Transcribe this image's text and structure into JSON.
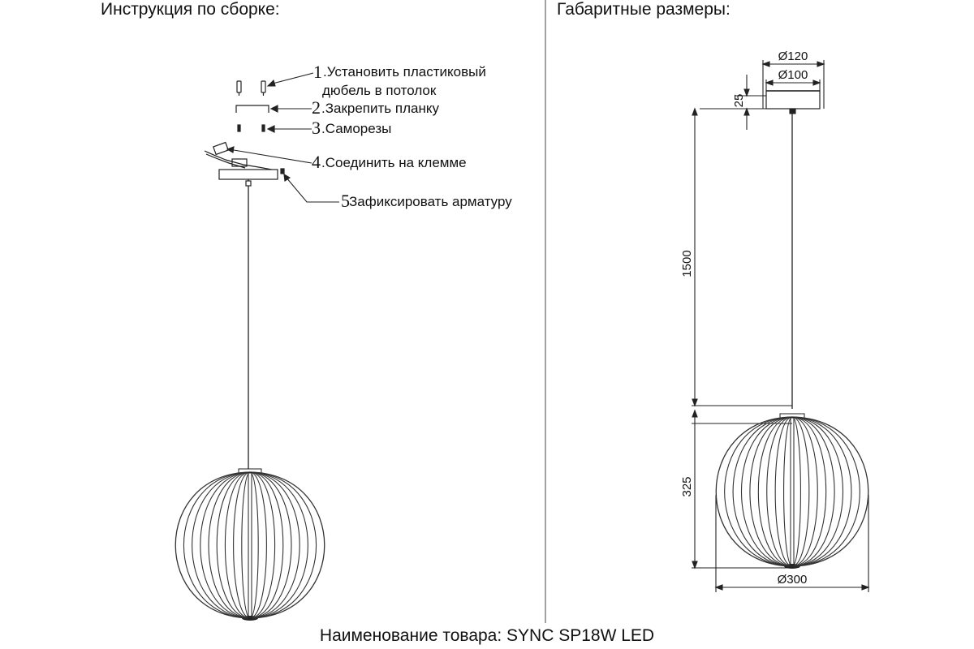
{
  "headers": {
    "left": "Инструкция по сборке:",
    "right": "Габаритные размеры:"
  },
  "steps": [
    {
      "num": "1",
      "line1": ".Установить пластиковый",
      "line2": "дюбель в потолок"
    },
    {
      "num": "2",
      "line1": ".Закрепить планку"
    },
    {
      "num": "3",
      "line1": ".Саморезы"
    },
    {
      "num": "4",
      "line1": ".Соединить на клемме"
    },
    {
      "num": "5",
      "line1": " Зафиксировать арматуру"
    }
  ],
  "dimensions": {
    "canopy_outer": "Ø120",
    "canopy_inner": "Ø100",
    "canopy_height": "25",
    "cable_length": "1500",
    "shade_height": "325",
    "shade_diameter": "Ø300"
  },
  "footer": "Наименование товара: SYNC SP18W LED"
}
